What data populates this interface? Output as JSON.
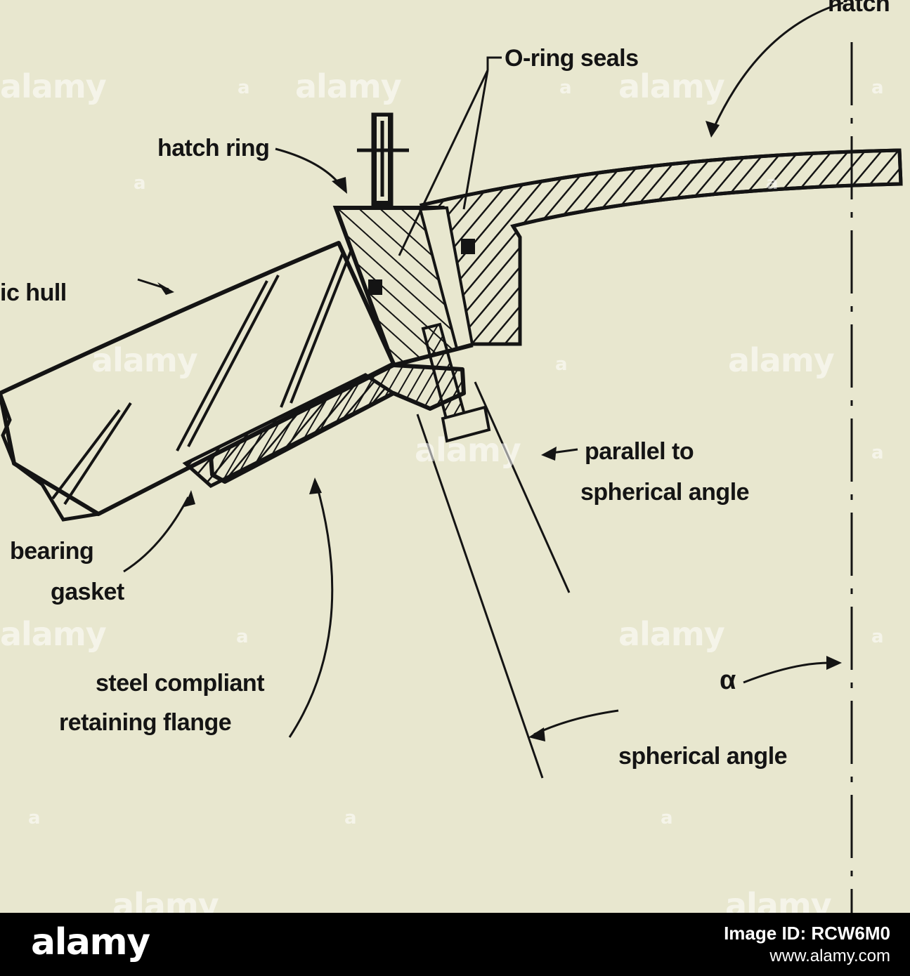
{
  "diagram": {
    "labels": {
      "hatch_top": "hatch",
      "o_ring_seals": "O-ring seals",
      "hatch_ring": "hatch ring",
      "hull": "ic hull",
      "parallel_line1": "parallel to",
      "parallel_line2": "spherical angle",
      "bearing_line1": "bearing",
      "bearing_line2": "gasket",
      "flange_line1": "steel compliant",
      "flange_line2": "retaining flange",
      "alpha": "α",
      "spherical_angle": "spherical angle"
    },
    "colors": {
      "background": "#e8e7cf",
      "ink": "#141414"
    }
  },
  "watermark": {
    "text": "alamy",
    "mark": "a"
  },
  "footer": {
    "brand": "alamy",
    "image_id": "Image ID: RCW6M0",
    "site": "www.alamy.com"
  }
}
